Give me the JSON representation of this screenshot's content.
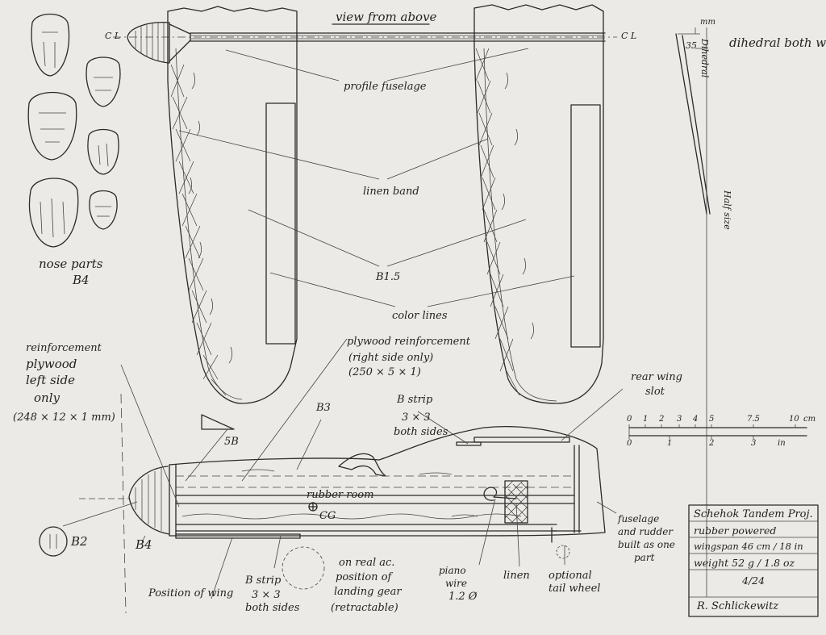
{
  "title": "view from above",
  "centerline": "C L",
  "dihedral": {
    "label": "dihedral both wings",
    "axis": "Dihedral",
    "value": "35",
    "unit": "mm",
    "halfsize": "Half size"
  },
  "labels": {
    "profile_fuselage": "profile fuselage",
    "linen_band": "linen band",
    "b15": "B1.5",
    "color_lines": "color lines",
    "nose_parts": "nose parts",
    "b4_nose": "B4",
    "plywood_reinf": "plywood reinforcement",
    "plywood_reinf_sub": "(right side only)",
    "plywood_reinf_dim": "(250 × 5 × 1)",
    "reinf_left": "reinforcement",
    "reinf_left2": "plywood",
    "reinf_left3": "left side",
    "reinf_left4": "only",
    "reinf_left_dim": "(248 × 12 × 1 mm)",
    "b3": "B3",
    "bstrip_top": "B strip",
    "bstrip_top2": "3 × 3",
    "bstrip_top3": "both sides",
    "rear_wing": "rear wing",
    "rear_wing2": "slot",
    "sb": "5B",
    "rubber_room": "rubber room",
    "cg": "CG",
    "b2": "B2",
    "b4_side": "B4",
    "pos_wing": "Position of wing",
    "bstrip_bot": "B strip",
    "bstrip_bot2": "3 × 3",
    "bstrip_bot3": "both sides",
    "landing": "on real ac.",
    "landing2": "position of",
    "landing3": "landing gear",
    "landing4": "(retractable)",
    "piano": "piano",
    "piano2": "wire",
    "piano3": "1.2 Ø",
    "linen": "linen",
    "tailwheel": "optional",
    "tailwheel2": "tail wheel",
    "fuselage_rudder": "fuselage",
    "fuselage_rudder2": "and rudder",
    "fuselage_rudder3": "built as one",
    "fuselage_rudder4": "part"
  },
  "scale": {
    "cm_ticks": [
      "0",
      "1",
      "2",
      "3",
      "4",
      "5",
      "7.5",
      "10"
    ],
    "cm_unit": "cm",
    "in_ticks": [
      "0",
      "1",
      "2",
      "3"
    ],
    "in_unit": "in"
  },
  "titleblock": {
    "line1": "Schehok Tandem Proj.",
    "line2": "rubber powered",
    "line3": "wingspan 46 cm / 18 in",
    "line4": "weight  52 g / 1.8 oz",
    "line5": "4/24",
    "signature": "R. Schlickewitz"
  }
}
